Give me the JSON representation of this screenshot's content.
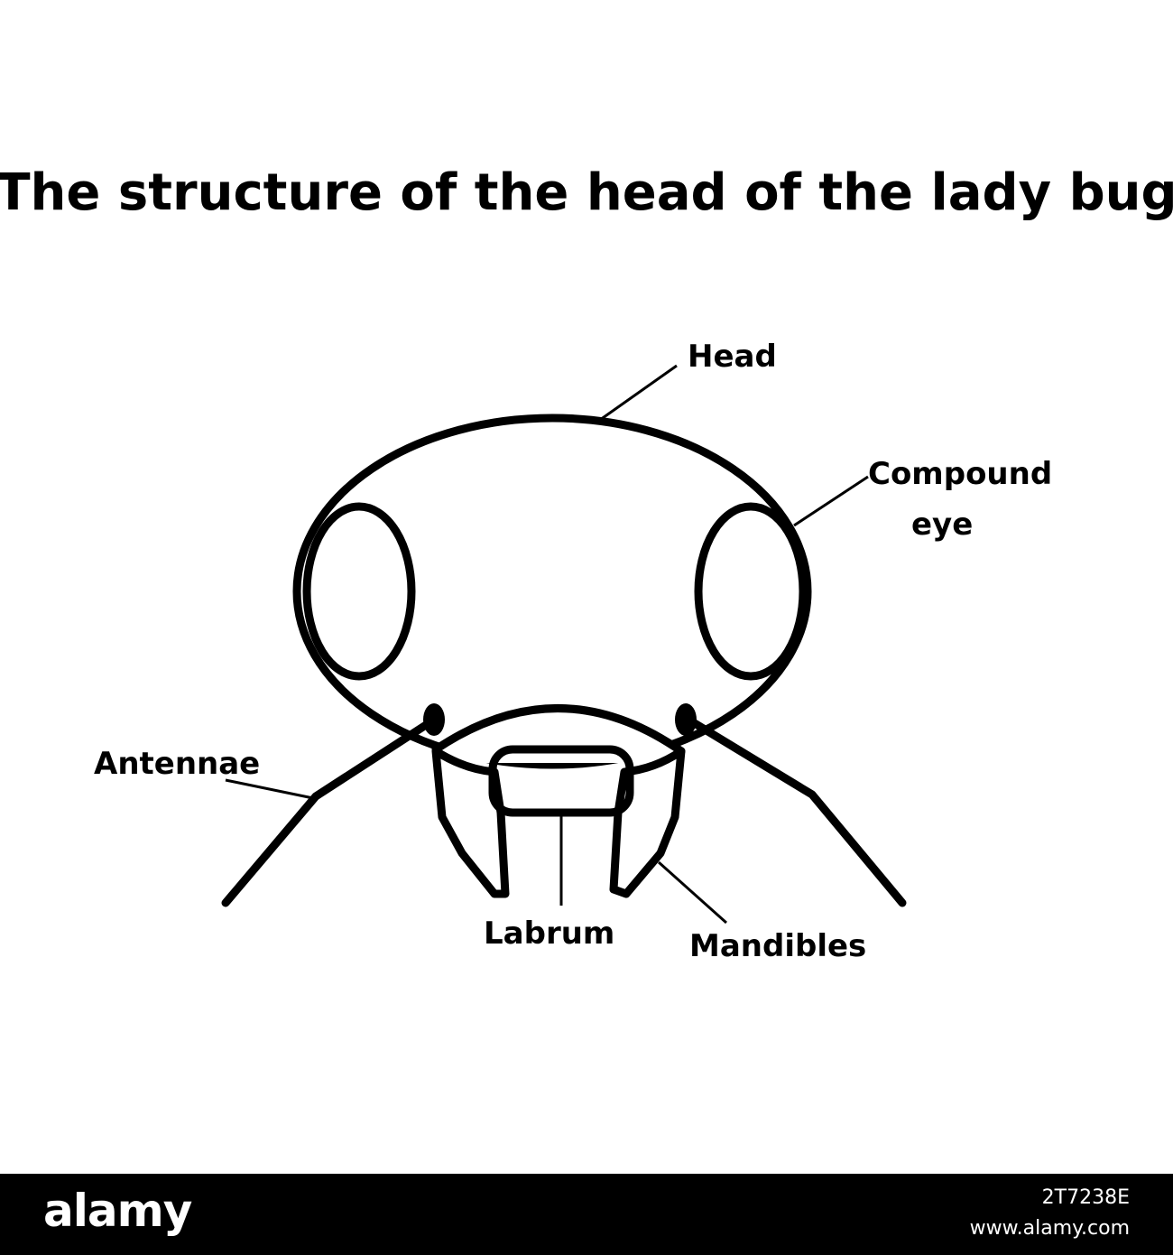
{
  "diagram": {
    "title": "The structure of the head of the lady bug",
    "labels": {
      "head": "Head",
      "compound_eye_line1": "Compound",
      "compound_eye_line2": "eye",
      "antennae": "Antennae",
      "labrum": "Labrum",
      "mandibles": "Mandibles"
    },
    "colors": {
      "outline": "#000000",
      "mandibles": "#f05a28",
      "labrum": "#58595b",
      "background": "#ffffff"
    }
  },
  "footer": {
    "brand": "alamy",
    "image_code": "2T7238E",
    "site": "www.alamy.com"
  }
}
